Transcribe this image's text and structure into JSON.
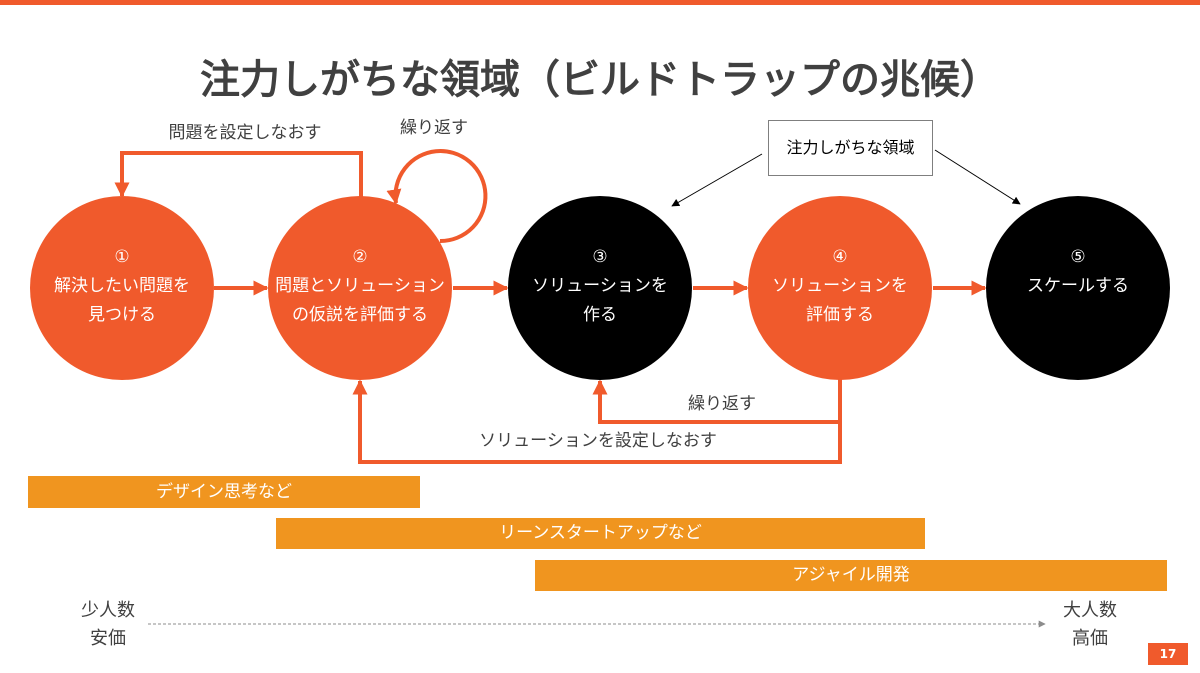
{
  "title": "注力しがちな領域（ビルドトラップの兆候）",
  "colors": {
    "accent": "#F05A2C",
    "approach_bar": "#F0951F",
    "text": "#404040"
  },
  "steps": [
    {
      "number": "①",
      "line1": "解決したい問題を",
      "line2": "見つける",
      "color": "#F05A2C"
    },
    {
      "number": "②",
      "line1": "問題とソリューション",
      "line2": "の仮説を評価する",
      "color": "#F05A2C"
    },
    {
      "number": "③",
      "line1": "ソリューションを",
      "line2": "作る",
      "color": "#000000"
    },
    {
      "number": "④",
      "line1": "ソリューションを",
      "line2": "評価する",
      "color": "#F05A2C"
    },
    {
      "number": "⑤",
      "line1": "スケールする",
      "color": "#000000"
    }
  ],
  "loops": {
    "redefine_problem": "問題を設定しなおす",
    "repeat_hypothesis": "繰り返す",
    "repeat_build": "繰り返す",
    "redefine_solution": "ソリューションを設定しなおす"
  },
  "callout": {
    "label": "注力しがちな領域"
  },
  "approaches": [
    {
      "label": "デザイン思考など"
    },
    {
      "label": "リーンスタートアップなど"
    },
    {
      "label": "アジャイル開発"
    }
  ],
  "scale": {
    "left": {
      "line1": "少人数",
      "line2": "安価"
    },
    "right": {
      "line1": "大人数",
      "line2": "高価"
    }
  },
  "page_number": "17"
}
